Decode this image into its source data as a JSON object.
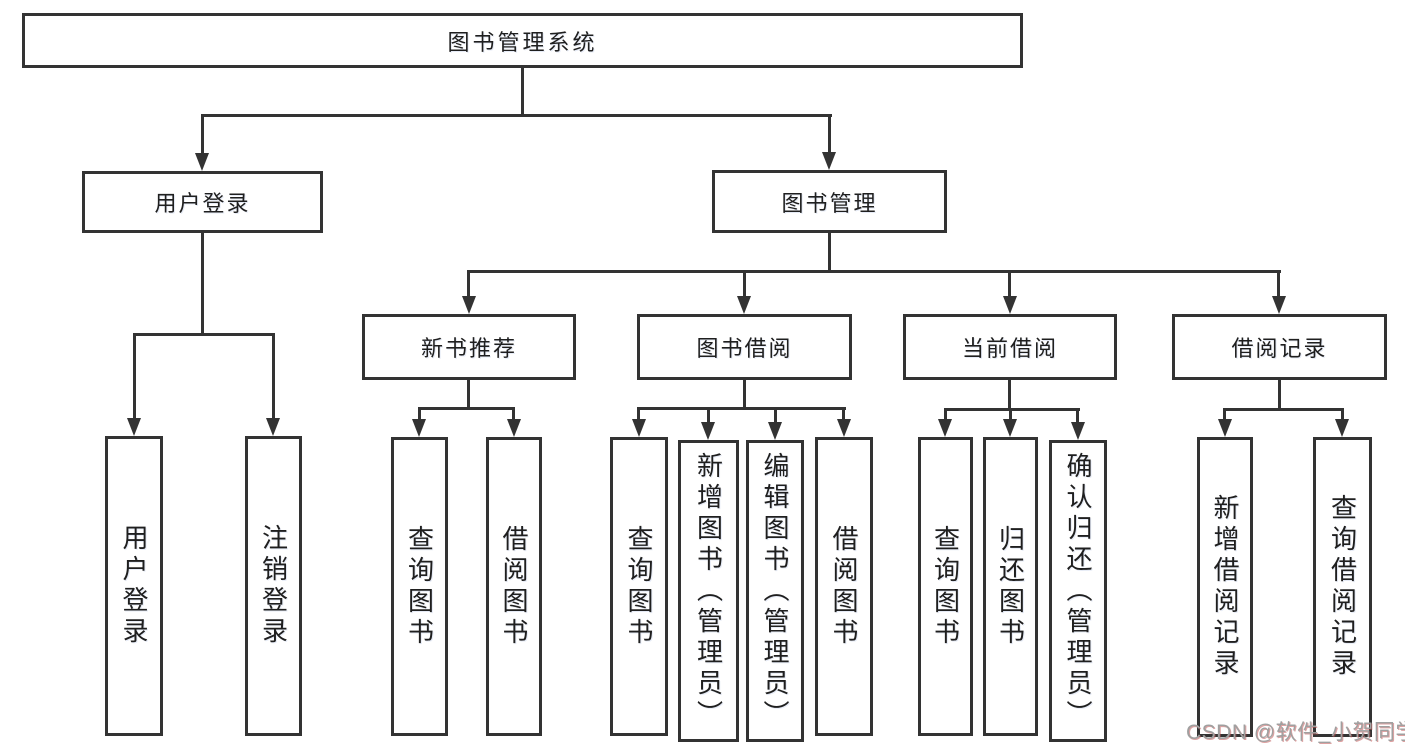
{
  "tree": {
    "label": "图书管理系统",
    "children": [
      {
        "label": "用户登录",
        "children": [
          {
            "label": "用户登录"
          },
          {
            "label": "注销登录"
          }
        ]
      },
      {
        "label": "图书管理",
        "children": [
          {
            "label": "新书推荐",
            "children": [
              {
                "label": "查询图书"
              },
              {
                "label": "借阅图书"
              }
            ]
          },
          {
            "label": "图书借阅",
            "children": [
              {
                "label": "查询图书"
              },
              {
                "label": "新增图书（管理员）"
              },
              {
                "label": "编辑图书（管理员）"
              },
              {
                "label": "借阅图书"
              }
            ]
          },
          {
            "label": "当前借阅",
            "children": [
              {
                "label": "查询图书"
              },
              {
                "label": "归还图书"
              },
              {
                "label": "确认归还（管理员）"
              }
            ]
          },
          {
            "label": "借阅记录",
            "children": [
              {
                "label": "新增借阅记录"
              },
              {
                "label": "查询借阅记录"
              }
            ]
          }
        ]
      }
    ]
  },
  "watermark": {
    "text": "CSDN @软件_小贺同学"
  },
  "colors": {
    "line": "#333333",
    "box_border": "#333333",
    "box_fill": "#ffffff",
    "text": "#1f1f1f",
    "watermark": "#a0a0a0",
    "background": "#ffffff"
  }
}
